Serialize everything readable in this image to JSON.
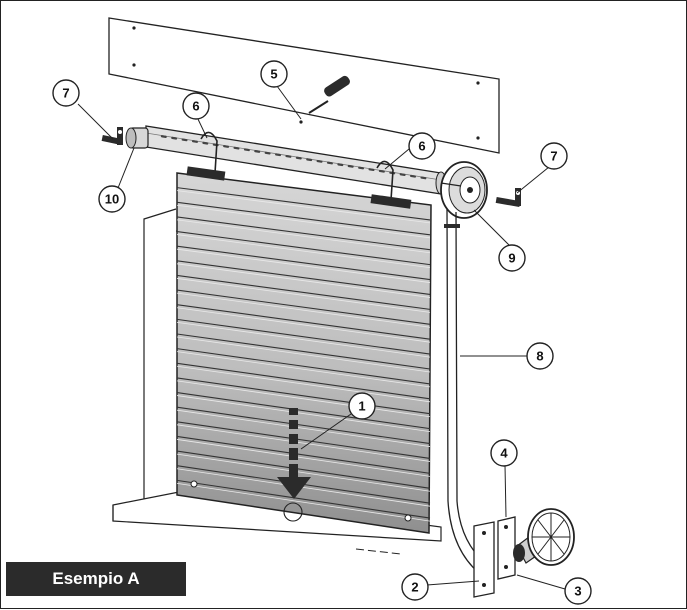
{
  "caption": "Esempio A",
  "callouts": {
    "slats": "1",
    "bracket_left": "2",
    "bracket_right": "3",
    "support_bracket": "4",
    "screwdriver": "5",
    "strap_upper_left": "6",
    "strap_upper_right": "6",
    "end_bracket_left": "7",
    "end_bracket_right": "7",
    "belt": "8",
    "pulley": "9",
    "adapter": "10"
  },
  "colors": {
    "line": "#222222",
    "slat_fill": "#bdbdbd",
    "badge_bg": "#2b2b2b",
    "arrow": "#2b2b2b"
  }
}
